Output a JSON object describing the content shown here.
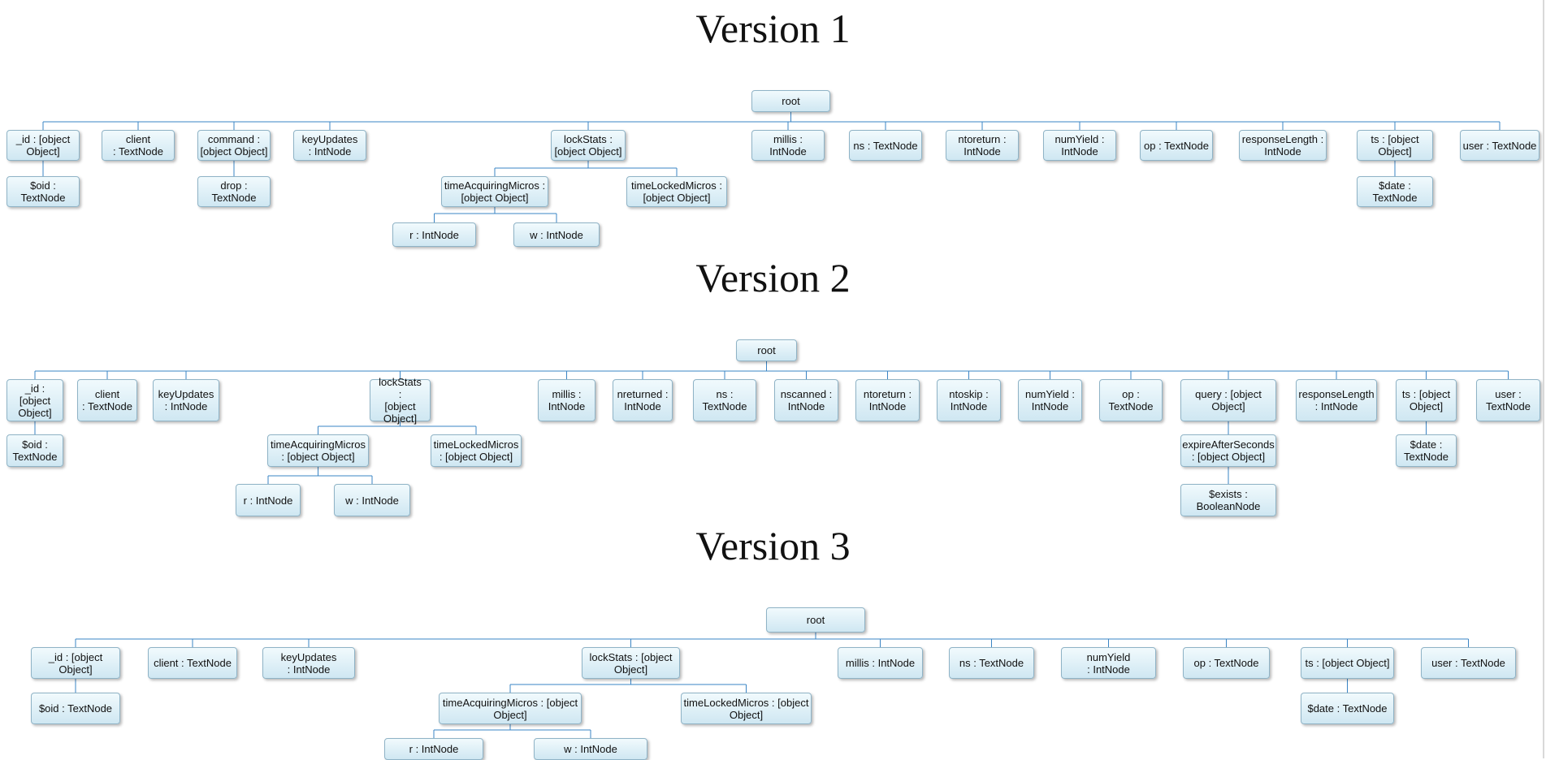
{
  "colors": {
    "edge": "#3a84c4",
    "node_fill_top": "#f1fafd",
    "node_fill_bottom": "#cfe7f2",
    "node_border": "#8fb3c6"
  },
  "versions": [
    {
      "title": "Version 1",
      "nodes": [
        "root",
        "_id : [object Object]",
        "client : TextNode",
        "command : [object Object]",
        "keyUpdates : IntNode",
        "lockStats : [object Object]",
        "millis : IntNode",
        "ns : TextNode",
        "ntoreturn : IntNode",
        "numYield : IntNode",
        "op : TextNode",
        "responseLength : IntNode",
        "ts : [object Object]",
        "user : TextNode",
        "$oid : TextNode",
        "drop : TextNode",
        "timeAcquiringMicros : [object Object]",
        "timeLockedMicros : [object Object]",
        "$date : TextNode",
        "r : IntNode",
        "w : IntNode"
      ]
    },
    {
      "title": "Version 2",
      "nodes": [
        "root",
        "_id : [object Object]",
        "client : TextNode",
        "keyUpdates : IntNode",
        "lockStats : [object Object]",
        "millis : IntNode",
        "nreturned : IntNode",
        "ns : TextNode",
        "nscanned : IntNode",
        "ntoreturn : IntNode",
        "ntoskip : IntNode",
        "numYield : IntNode",
        "op : TextNode",
        "query : [object Object]",
        "responseLength : IntNode",
        "ts : [object Object]",
        "user : TextNode",
        "$oid : TextNode",
        "timeAcquiringMicros : [object Object]",
        "timeLockedMicros : [object Object]",
        "expireAfterSeconds : [object Object]",
        "$date : TextNode",
        "r : IntNode",
        "w : IntNode",
        "$exists : BooleanNode"
      ]
    },
    {
      "title": "Version 3",
      "nodes": [
        "root",
        "_id : [object Object]",
        "client : TextNode",
        "keyUpdates : IntNode",
        "lockStats : [object Object]",
        "millis : IntNode",
        "ns : TextNode",
        "numYield : IntNode",
        "op : TextNode",
        "ts : [object Object]",
        "user : TextNode",
        "$oid : TextNode",
        "timeAcquiringMicros : [object Object]",
        "timeLockedMicros : [object Object]",
        "$date : TextNode",
        "r : IntNode",
        "w : IntNode"
      ]
    }
  ]
}
